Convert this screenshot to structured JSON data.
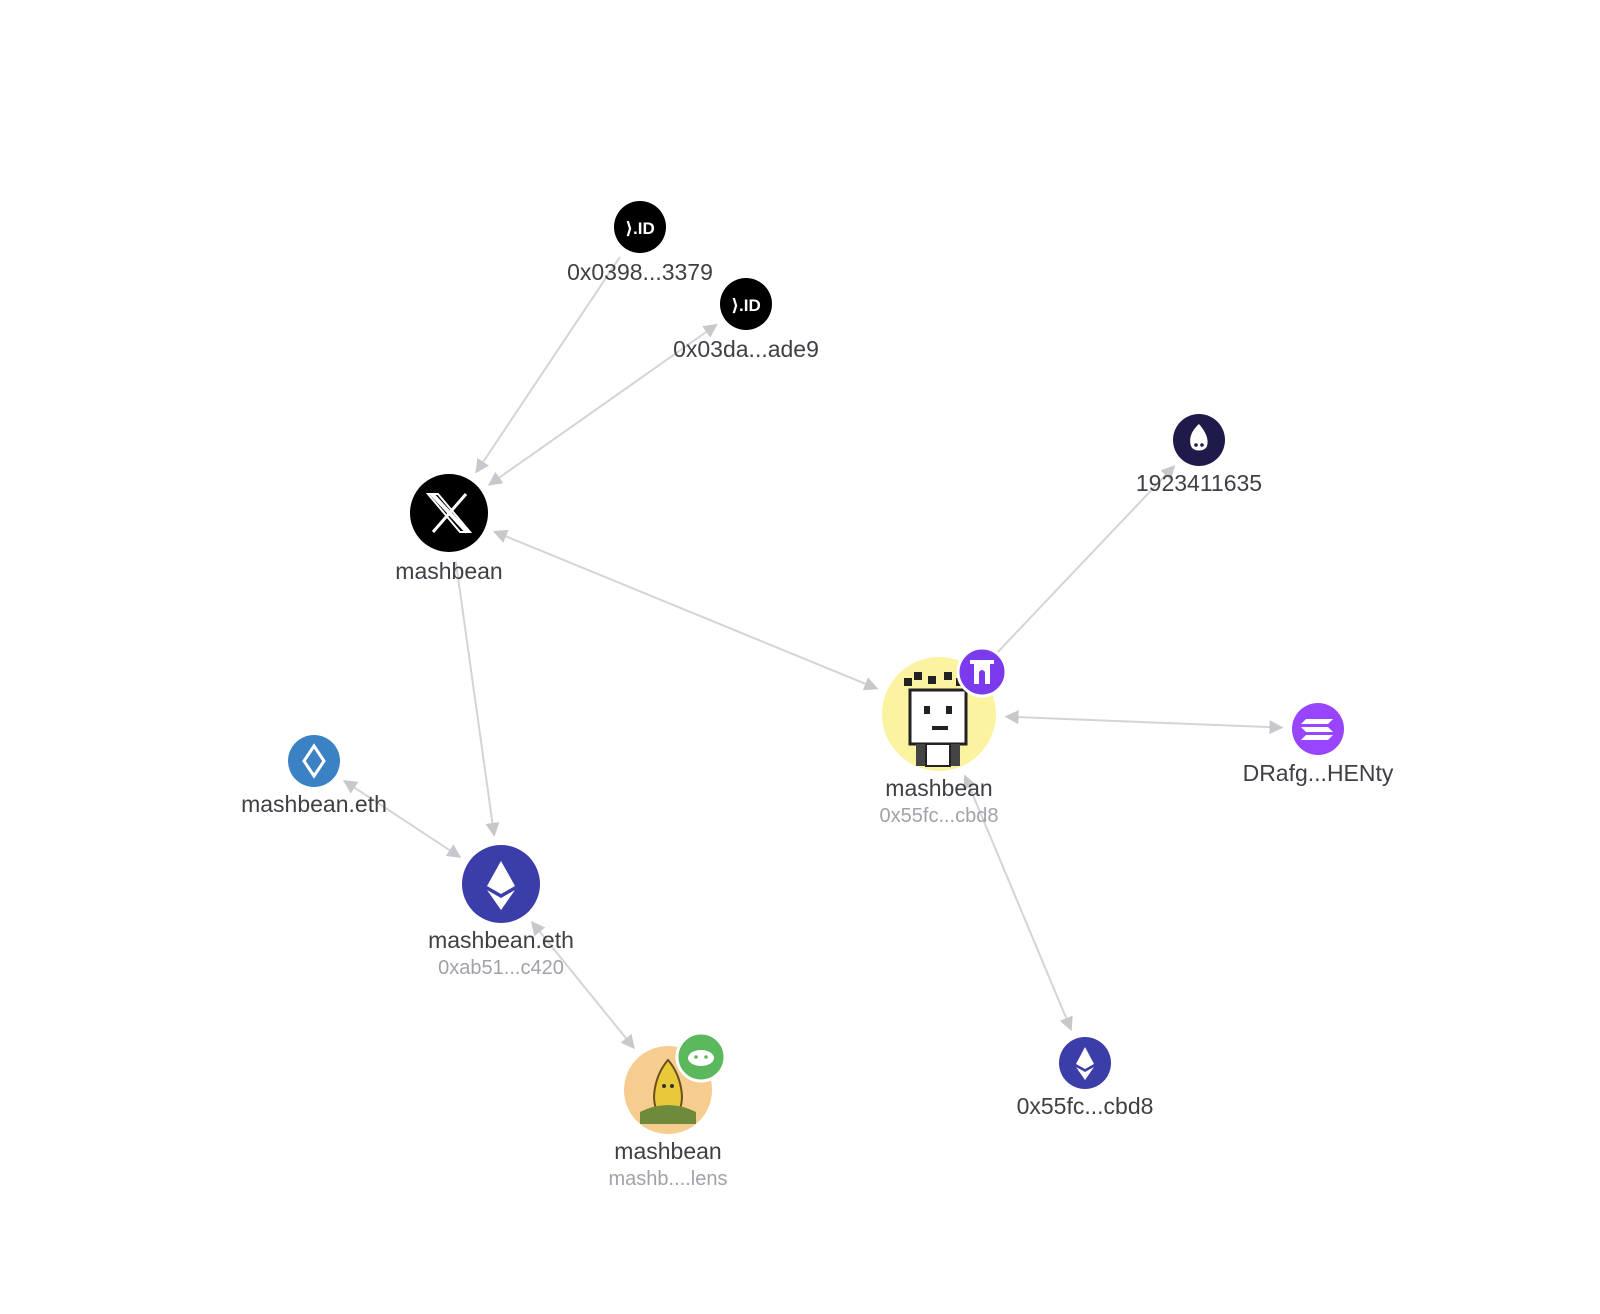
{
  "graph": {
    "nodes": [
      {
        "id": "nextid-1",
        "icon": "nextid-icon",
        "title": "0x0398...3379",
        "subtitle": ""
      },
      {
        "id": "nextid-2",
        "icon": "nextid-icon",
        "title": "0x03da...ade9",
        "subtitle": ""
      },
      {
        "id": "twitter",
        "icon": "x-logo-icon",
        "title": "mashbean",
        "subtitle": ""
      },
      {
        "id": "unstoppable",
        "icon": "flame-pig-icon",
        "title": "1923411635",
        "subtitle": ""
      },
      {
        "id": "farcaster",
        "icon": "pixel-avatar-icon",
        "badge": "farcaster-icon",
        "title": "mashbean",
        "subtitle": "0x55fc...cbd8"
      },
      {
        "id": "solana",
        "icon": "solana-icon",
        "title": "DRafg...HENty",
        "subtitle": ""
      },
      {
        "id": "ens",
        "icon": "ens-icon",
        "title": "mashbean.eth",
        "subtitle": ""
      },
      {
        "id": "eth-main",
        "icon": "ethereum-icon",
        "title": "mashbean.eth",
        "subtitle": "0xab51...c420"
      },
      {
        "id": "lens",
        "icon": "illustrated-avatar-icon",
        "badge": "lens-icon",
        "title": "mashbean",
        "subtitle": "mashb....lens"
      },
      {
        "id": "eth-2",
        "icon": "ethereum-icon",
        "title": "0x55fc...cbd8",
        "subtitle": ""
      }
    ],
    "edges": [
      {
        "from": "nextid-1",
        "to": "twitter",
        "direction": "to"
      },
      {
        "from": "nextid-2",
        "to": "twitter",
        "direction": "both"
      },
      {
        "from": "twitter",
        "to": "farcaster",
        "direction": "both"
      },
      {
        "from": "twitter",
        "to": "eth-main",
        "direction": "to"
      },
      {
        "from": "farcaster",
        "to": "unstoppable",
        "direction": "to"
      },
      {
        "from": "farcaster",
        "to": "solana",
        "direction": "both"
      },
      {
        "from": "farcaster",
        "to": "eth-2",
        "direction": "both"
      },
      {
        "from": "ens",
        "to": "eth-main",
        "direction": "both"
      },
      {
        "from": "eth-main",
        "to": "lens",
        "direction": "both"
      }
    ]
  },
  "colors": {
    "edge": "#d4d4d8",
    "nextid": "#000000",
    "twitter": "#000000",
    "ethereum": "#3b3ea8",
    "ens": "#3b82c4",
    "solana": "#9945ff",
    "farcaster": "#7c3aed",
    "lens": "#5cb85c",
    "unstoppable": "#1e1b4b",
    "avatar_yellow": "#fbf3a0",
    "avatar_peach": "#f6cc8f"
  }
}
